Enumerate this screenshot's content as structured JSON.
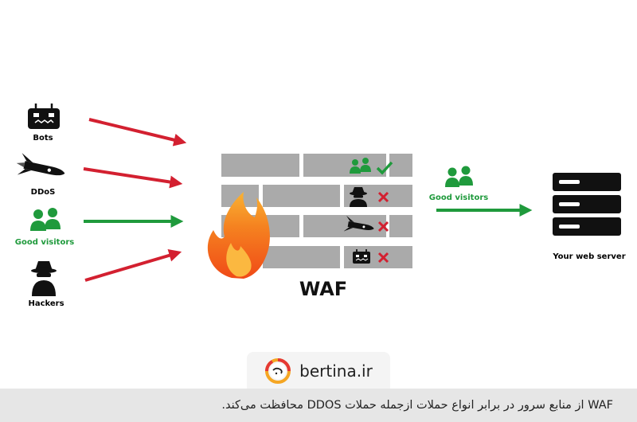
{
  "sources": [
    {
      "label": "Bots",
      "icon": "robot-icon"
    },
    {
      "label": "DDoS",
      "icon": "rocket-icon"
    },
    {
      "label": "Good visitors",
      "icon": "users-icon"
    },
    {
      "label": "Hackers",
      "icon": "spy-icon"
    }
  ],
  "firewall": {
    "label": "WAF"
  },
  "passed": {
    "label": "Good visitors"
  },
  "server": {
    "label": "Your web server"
  },
  "colors": {
    "attack": "#d32030",
    "good": "#1f9a3c",
    "brick": "#aaaaaa",
    "flame": "#f58220"
  },
  "branding": {
    "site": "bertina.ir"
  },
  "caption": "WAF از منابع سرور در برابر انواع حملات ازجمله حملات DDOS محافظت می‌کند."
}
